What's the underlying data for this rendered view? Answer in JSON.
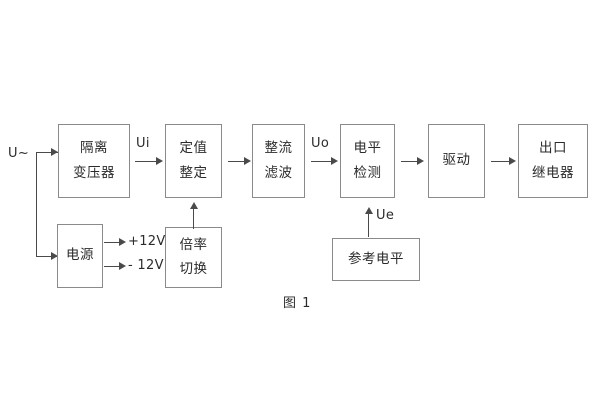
{
  "figure": {
    "caption": "图 1",
    "input_label": "U~"
  },
  "blocks": [
    {
      "id": "isolation-transformer",
      "lines": [
        "隔离",
        "变压器"
      ]
    },
    {
      "id": "setting-value",
      "lines": [
        "定值",
        "整定"
      ]
    },
    {
      "id": "rectify-filter",
      "lines": [
        "整流",
        "滤波"
      ]
    },
    {
      "id": "level-detection",
      "lines": [
        "电平",
        "检测"
      ]
    },
    {
      "id": "drive",
      "lines": [
        "驱动"
      ]
    },
    {
      "id": "output-relay",
      "lines": [
        "出口",
        "继电器"
      ]
    },
    {
      "id": "power-supply",
      "lines": [
        "电源"
      ]
    },
    {
      "id": "multiplier-switch",
      "lines": [
        "倍率",
        "切换"
      ]
    },
    {
      "id": "reference-level",
      "lines": [
        "参考电平"
      ]
    }
  ],
  "signals": {
    "ui": "Ui",
    "uo": "Uo",
    "ue": "Ue",
    "rail_positive": "+12V",
    "rail_negative": "- 12V"
  },
  "colors": {
    "block_border": "#8a8a8a",
    "wire": "#4a4a4a",
    "text": "#2b2b2b",
    "background": "#ffffff"
  }
}
